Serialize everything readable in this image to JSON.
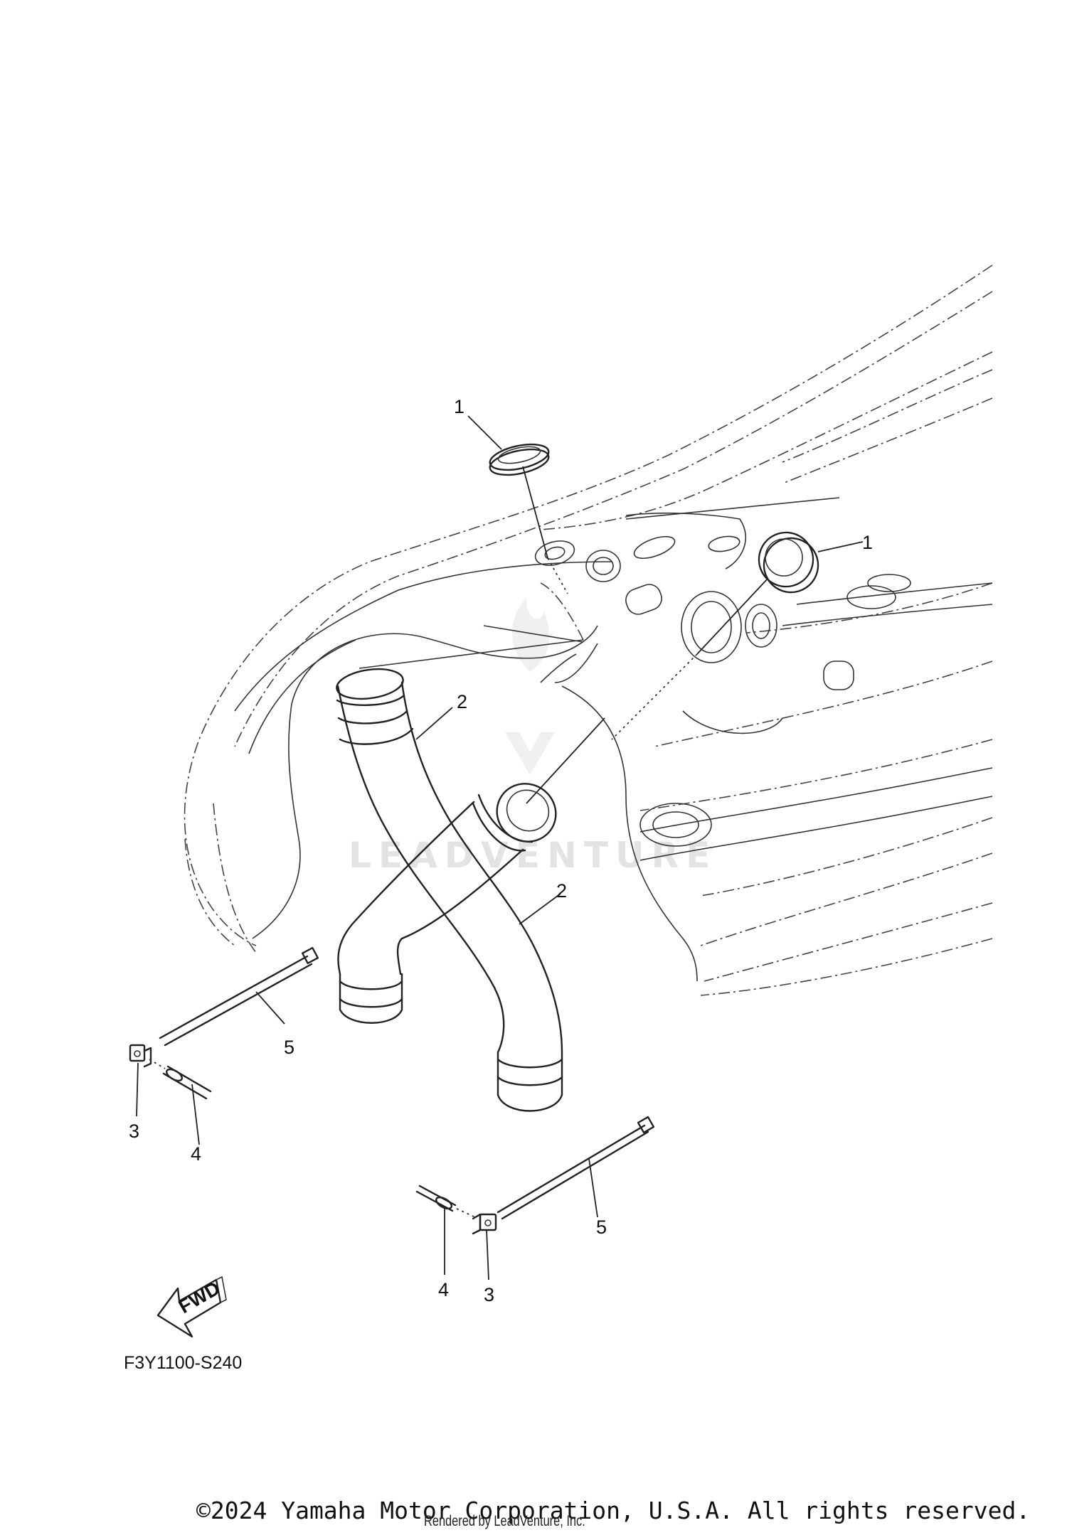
{
  "diagram": {
    "callouts": {
      "grommet_top": "1",
      "grommet_right": "1",
      "hose_upper": "2",
      "hose_lower": "2",
      "clamp_left": "3",
      "clamp_bottom": "3",
      "rivet_left": "4",
      "rivet_bottom": "4",
      "tie_left": "5",
      "tie_right": "5"
    },
    "fwd_label": "FWD",
    "drawing_code": "F3Y1100-S240",
    "watermark": "LEADVENTURE"
  },
  "footer": {
    "copyright": "©2024 Yamaha Motor Corporation, U.S.A. All rights reserved.",
    "rendered_by": "Rendered by LeadVenture, Inc."
  }
}
